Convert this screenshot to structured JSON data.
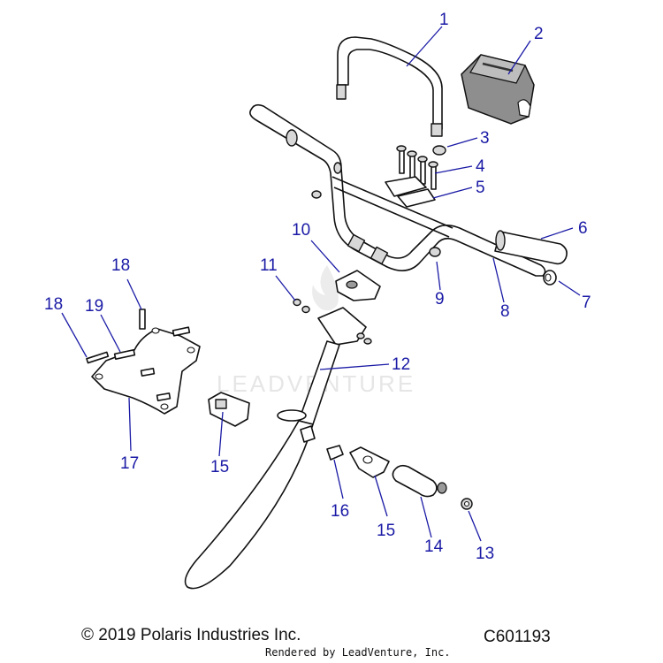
{
  "watermark": "LEADVENTURE",
  "callouts": [
    "1",
    "2",
    "3",
    "4",
    "5",
    "6",
    "7",
    "8",
    "9",
    "10",
    "11",
    "12",
    "13",
    "14",
    "15",
    "15",
    "16",
    "17",
    "18",
    "18",
    "19"
  ],
  "footer": {
    "copyright": "© 2019 Polaris Industries Inc.",
    "figure_id": "C601193",
    "rendered_by": "Rendered by LeadVenture, Inc."
  }
}
